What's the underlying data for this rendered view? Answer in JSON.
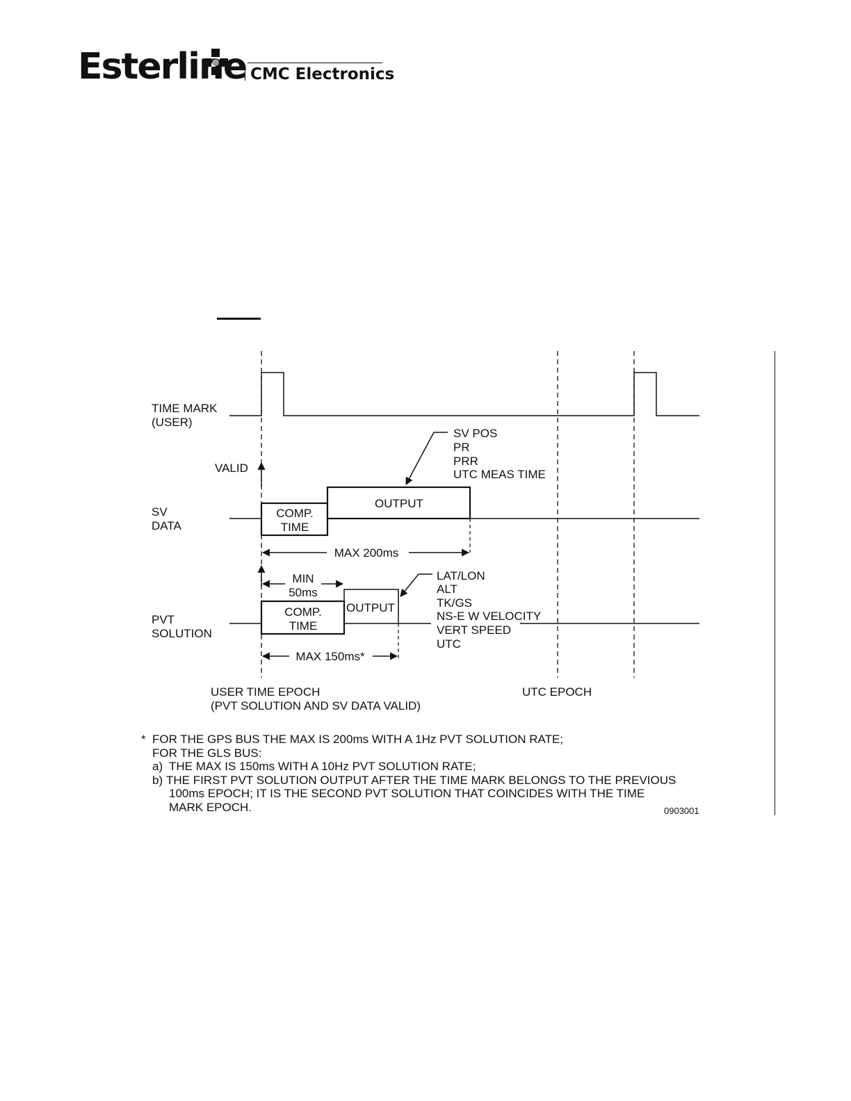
{
  "logo": {
    "brand": "Esterline",
    "division": "CMC Electronics",
    "mark_icon": "esterline-square-mark-icon"
  },
  "signals": {
    "time_mark": [
      "TIME MARK",
      "(USER)"
    ],
    "valid": "VALID",
    "sv_data": [
      "SV",
      "DATA"
    ],
    "pvt_solution": [
      "PVT",
      "SOLUTION"
    ]
  },
  "boxes": {
    "sv_comp_time": [
      "COMP.",
      "TIME"
    ],
    "sv_output": "OUTPUT",
    "pvt_comp_time": [
      "COMP.",
      "TIME"
    ],
    "pvt_output": "OUTPUT"
  },
  "callouts": {
    "sv_output_fields": [
      "SV POS",
      "PR",
      "PRR",
      "UTC MEAS TIME"
    ],
    "pvt_output_fields": [
      "LAT/LON",
      "ALT",
      "TK/GS",
      "NS-E W VELOCITY",
      "VERT SPEED",
      "UTC"
    ]
  },
  "dimensions": {
    "sv_max": "MAX 200ms",
    "pvt_min": [
      "MIN",
      "50ms"
    ],
    "pvt_max": "MAX 150ms*"
  },
  "epochs": {
    "user_time_epoch": [
      "USER TIME EPOCH",
      "(PVT SOLUTION AND SV DATA VALID)"
    ],
    "utc_epoch": "UTC EPOCH"
  },
  "notes": {
    "star": "*",
    "line1": "FOR THE GPS BUS THE MAX IS 200ms WITH A 1Hz PVT SOLUTION RATE;",
    "line2": "FOR THE GLS BUS:",
    "item_a_label": "a)",
    "item_a": "THE MAX IS 150ms WITH A 10Hz PVT SOLUTION RATE;",
    "item_b_label": "b)",
    "item_b": [
      "THE FIRST PVT SOLUTION OUTPUT AFTER THE TIME MARK BELONGS TO THE PREVIOUS",
      "100ms EPOCH; IT IS THE SECOND PVT SOLUTION THAT COINCIDES WITH THE TIME",
      "MARK EPOCH."
    ]
  },
  "figure_id": "0903001"
}
